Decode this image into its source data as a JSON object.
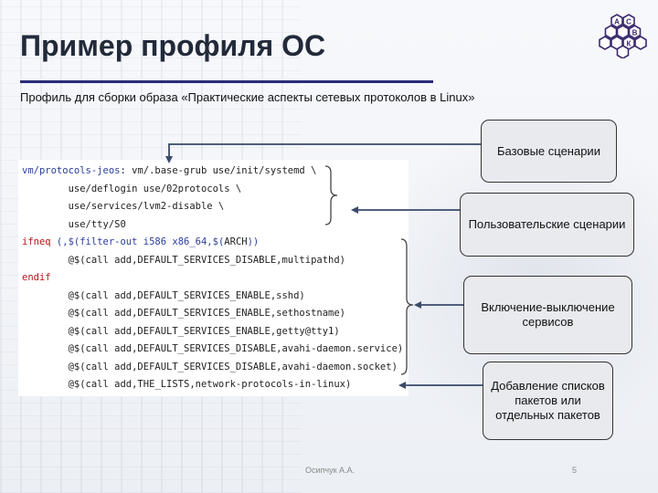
{
  "slide": {
    "title": "Пример профиля ОС",
    "subtitle": "Профиль для сборки образа «Практические аспекты сетевых протоколов в Linux»"
  },
  "code": {
    "line1": {
      "name": "vm/protocols-jeos",
      "rest": ": vm/.base-grub use/init/systemd \\"
    },
    "line2": "        use/deflogin use/02protocols \\",
    "line3": "        use/services/lvm2-disable \\",
    "line4": "        use/tty/S0",
    "line5": {
      "ifneq": "ifneq",
      "open": " (,",
      "dollar1": "$(",
      "filter": "filter-out",
      "args": " i586 x86_64,",
      "dollar2": "$(",
      "arch": "ARCH",
      "close": "))"
    },
    "line6": "        @$(call add,DEFAULT_SERVICES_DISABLE,multipathd)",
    "line7": "endif",
    "line8": "        @$(call add,DEFAULT_SERVICES_ENABLE,sshd)",
    "line9": "        @$(call add,DEFAULT_SERVICES_ENABLE,sethostname)",
    "line10": "        @$(call add,DEFAULT_SERVICES_ENABLE,getty@tty1)",
    "line11": "        @$(call add,DEFAULT_SERVICES_DISABLE,avahi-daemon.service)",
    "line12": "        @$(call add,DEFAULT_SERVICES_DISABLE,avahi-daemon.socket)",
    "line13": "        @$(call add,THE_LISTS,network-protocols-in-linux)"
  },
  "callouts": {
    "base": "Базовые сценарии",
    "user": "Пользовательские сценарии",
    "services": "Включение-выключение сервисов",
    "packages": "Добавление списков пакетов или отдельных пакетов"
  },
  "logo": {
    "letters": [
      "А",
      "С",
      "В",
      "К"
    ]
  },
  "footer": {
    "author": "Осипчук А.А.",
    "page": "5"
  },
  "colors": {
    "title": "#222a3a",
    "rule": "#2a2c78",
    "keyword_blue": "#2b3e9c",
    "keyword_red": "#b41818",
    "box_fill": "#e9eaee",
    "arrow": "#3a4a6a",
    "logo": "#3b2a6e"
  }
}
